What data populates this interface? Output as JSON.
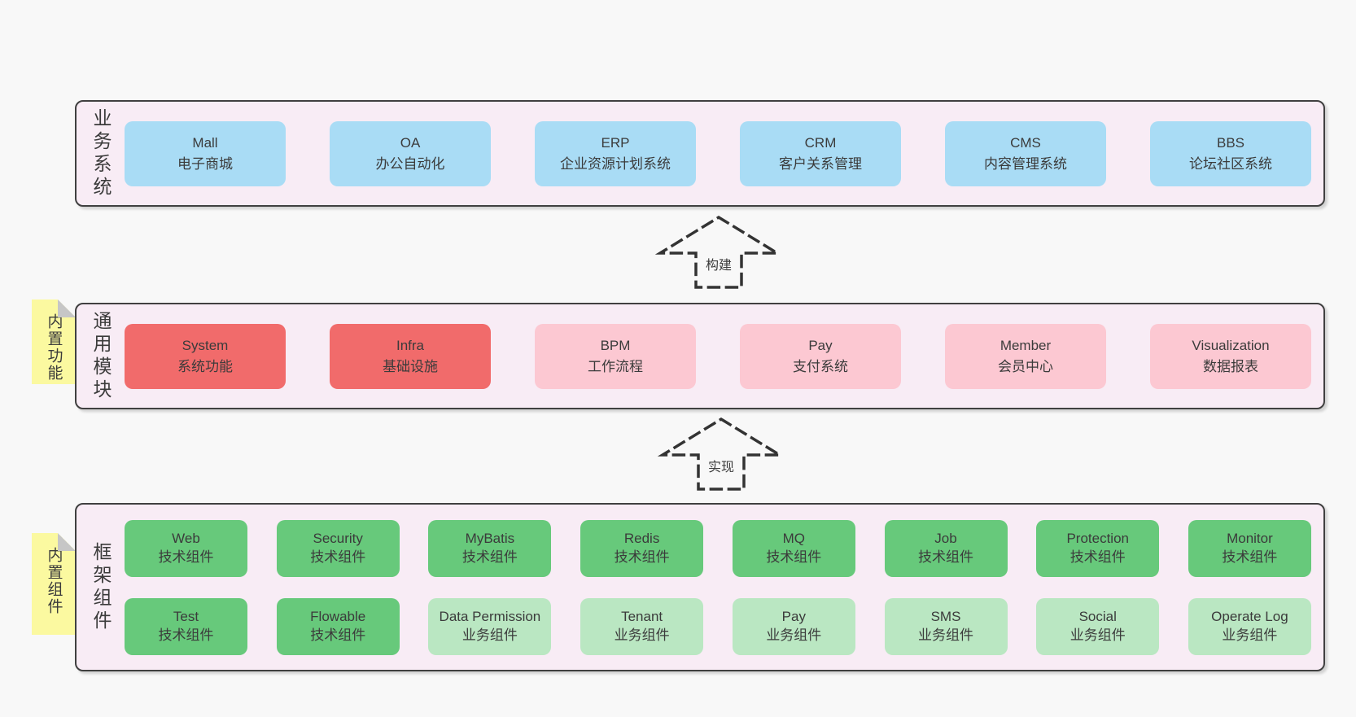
{
  "colors": {
    "page_bg": "#f8f8f8",
    "layer_bg": "#f8ecf5",
    "layer_border": "#404040",
    "blue_box": "#a9dcf5",
    "red_box": "#f16b6b",
    "pink_box": "#fcc8d2",
    "green_box": "#67c97b",
    "green_light_box": "#bae7c2",
    "note_yellow": "#fbf9a0",
    "note_fold_gray": "#c6c6c6",
    "text": "#3b3b3b",
    "arrow": "#333333"
  },
  "arrows": [
    {
      "label": "构建"
    },
    {
      "label": "实现"
    }
  ],
  "layers": [
    {
      "label": "业务系统",
      "boxes": [
        {
          "name": "Mall",
          "desc": "电子商城",
          "variant": "blue"
        },
        {
          "name": "OA",
          "desc": "办公自动化",
          "variant": "blue"
        },
        {
          "name": "ERP",
          "desc": "企业资源计划系统",
          "variant": "blue"
        },
        {
          "name": "CRM",
          "desc": "客户关系管理",
          "variant": "blue"
        },
        {
          "name": "CMS",
          "desc": "内容管理系统",
          "variant": "blue"
        },
        {
          "name": "BBS",
          "desc": "论坛社区系统",
          "variant": "blue"
        }
      ]
    },
    {
      "label": "通用模块",
      "note": "内置功能",
      "boxes": [
        {
          "name": "System",
          "desc": "系统功能",
          "variant": "red"
        },
        {
          "name": "Infra",
          "desc": "基础设施",
          "variant": "red"
        },
        {
          "name": "BPM",
          "desc": "工作流程",
          "variant": "pink"
        },
        {
          "name": "Pay",
          "desc": "支付系统",
          "variant": "pink"
        },
        {
          "name": "Member",
          "desc": "会员中心",
          "variant": "pink"
        },
        {
          "name": "Visualization",
          "desc": "数据报表",
          "variant": "pink"
        }
      ]
    },
    {
      "label": "框架组件",
      "note": "内置组件",
      "rows": [
        [
          {
            "name": "Web",
            "desc": "技术组件",
            "variant": "green"
          },
          {
            "name": "Security",
            "desc": "技术组件",
            "variant": "green"
          },
          {
            "name": "MyBatis",
            "desc": "技术组件",
            "variant": "green"
          },
          {
            "name": "Redis",
            "desc": "技术组件",
            "variant": "green"
          },
          {
            "name": "MQ",
            "desc": "技术组件",
            "variant": "green"
          },
          {
            "name": "Job",
            "desc": "技术组件",
            "variant": "green"
          },
          {
            "name": "Protection",
            "desc": "技术组件",
            "variant": "green"
          },
          {
            "name": "Monitor",
            "desc": "技术组件",
            "variant": "green"
          }
        ],
        [
          {
            "name": "Test",
            "desc": "技术组件",
            "variant": "green"
          },
          {
            "name": "Flowable",
            "desc": "技术组件",
            "variant": "green"
          },
          {
            "name": "Data Permission",
            "desc": "业务组件",
            "variant": "green-light"
          },
          {
            "name": "Tenant",
            "desc": "业务组件",
            "variant": "green-light"
          },
          {
            "name": "Pay",
            "desc": "业务组件",
            "variant": "green-light"
          },
          {
            "name": "SMS",
            "desc": "业务组件",
            "variant": "green-light"
          },
          {
            "name": "Social",
            "desc": "业务组件",
            "variant": "green-light"
          },
          {
            "name": "Operate Log",
            "desc": "业务组件",
            "variant": "green-light"
          }
        ]
      ]
    }
  ]
}
